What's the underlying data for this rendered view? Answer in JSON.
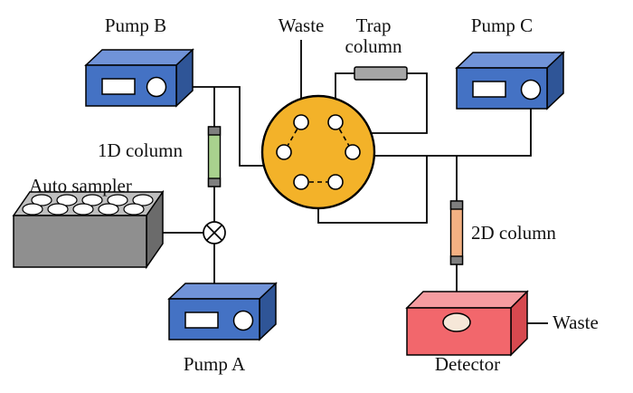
{
  "labels": {
    "pump_b": "Pump B",
    "pump_c": "Pump C",
    "pump_a": "Pump A",
    "waste_top": "Waste",
    "trap_column": "Trap column",
    "column_1d": "1D column",
    "auto_sampler": "Auto sampler",
    "column_2d": "2D column",
    "detector": "Detector",
    "waste_right": "Waste"
  },
  "colors": {
    "pump_front": "#4472C4",
    "pump_top": "#7093D8",
    "pump_side": "#2F5597",
    "valve_body": "#F3B229",
    "port_fill": "#FFFFFF",
    "detector_front": "#F2676C",
    "detector_top": "#F59CA0",
    "detector_side": "#D6494F",
    "detector_window": "#F6E7D8",
    "sampler_front": "#8F8F8F",
    "sampler_top": "#BFBFBF",
    "sampler_side": "#6B6B6B",
    "vial_fill": "#FFFFFF",
    "column_1d_fill": "#A9D18E",
    "column_2d_fill": "#F4B183",
    "column_cap": "#7F7F7F",
    "trap_fill": "#A6A6A6",
    "display_fill": "#FFFFFF",
    "line": "#000000"
  }
}
